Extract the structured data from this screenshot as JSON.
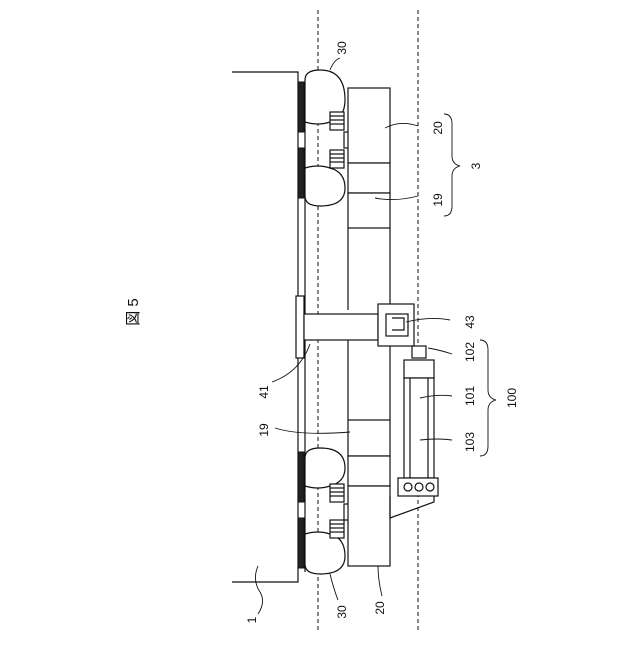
{
  "figure": {
    "title": "図 5",
    "labels": {
      "body": "1",
      "group3": "3",
      "item19_top": "19",
      "item19_bottom": "19",
      "item20_top": "20",
      "item20_bottom": "20",
      "item30_top": "30",
      "item30_bottom": "30",
      "item41": "41",
      "item43": "43",
      "item100": "100",
      "item101": "101",
      "item102": "102",
      "item103": "103"
    }
  }
}
